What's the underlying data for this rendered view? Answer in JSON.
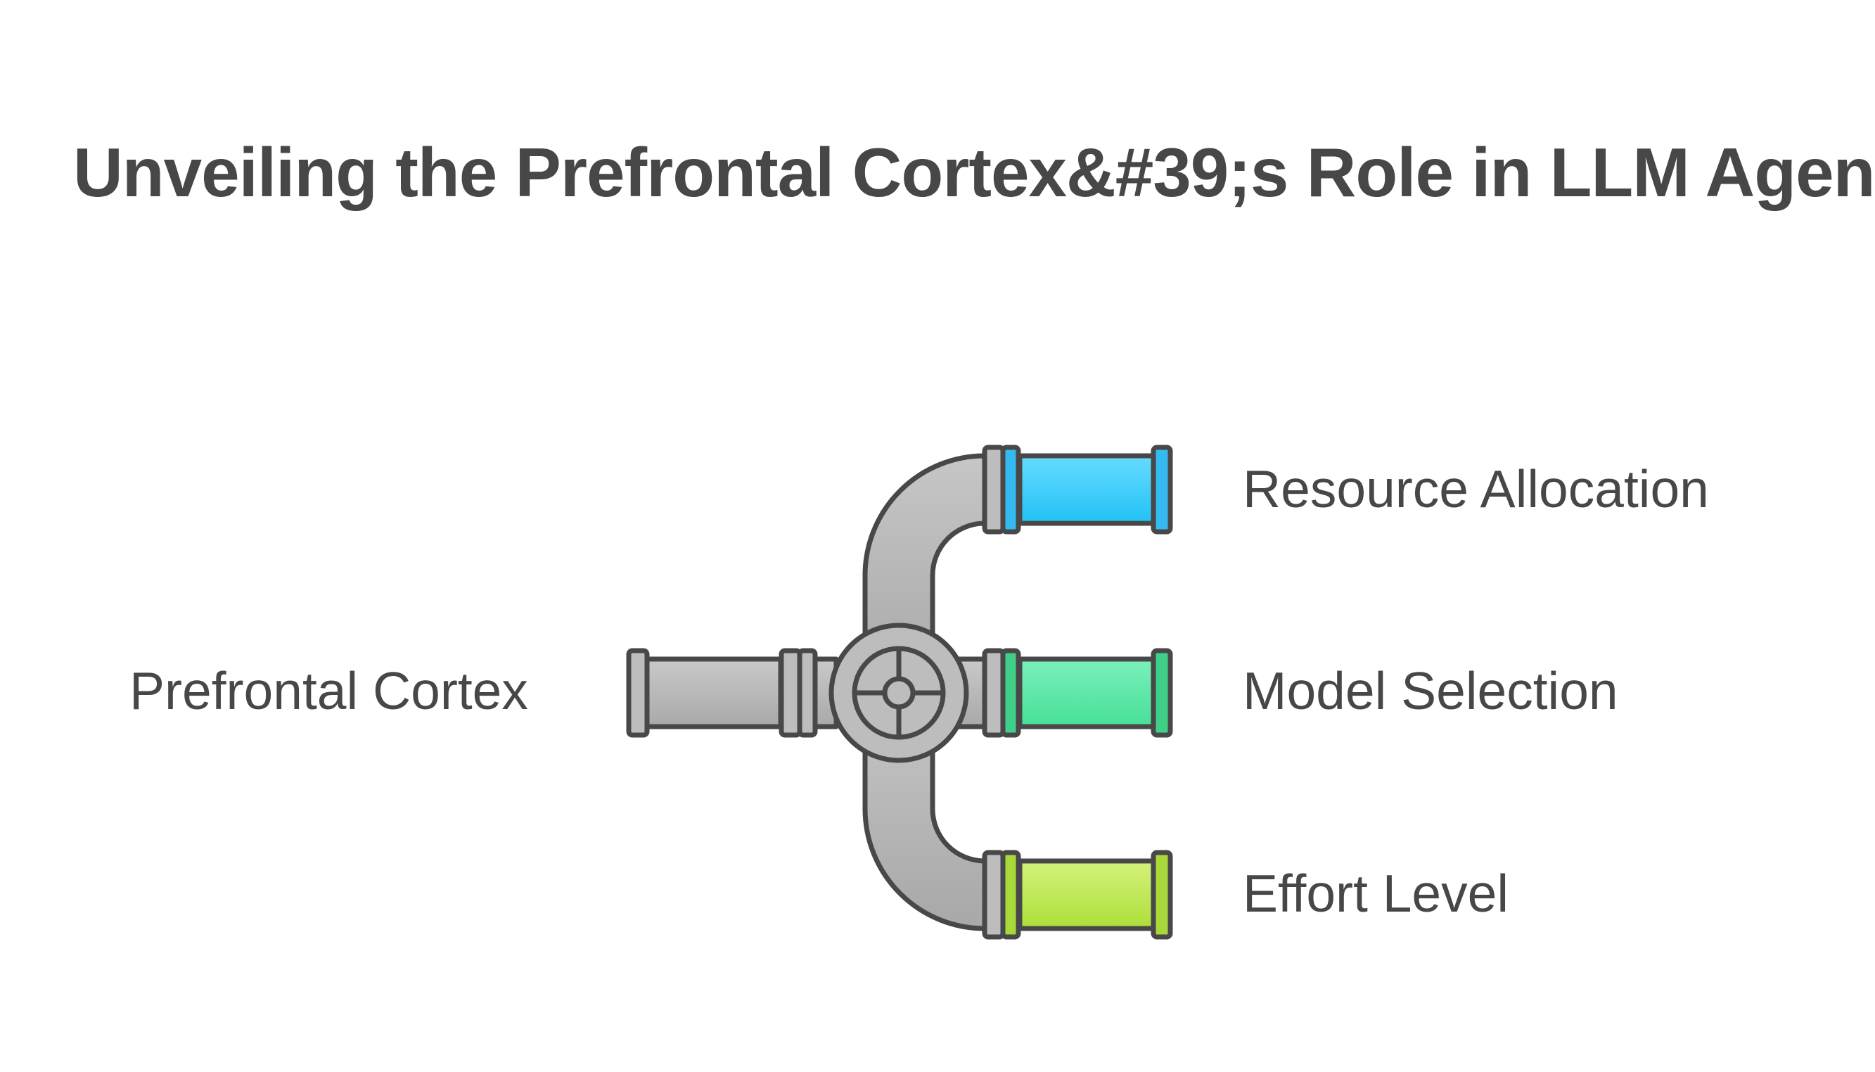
{
  "title": "Unveiling the Prefrontal Cortex&#39;s Role in LLM Agen",
  "source": {
    "label": "Prefrontal Cortex",
    "color": "#b5b5b5"
  },
  "outputs": [
    {
      "label": "Resource Allocation",
      "color": "#3fd0ff",
      "edge_color": "#34b9f0"
    },
    {
      "label": "Model Selection",
      "color": "#5ee8a8",
      "edge_color": "#3fcf88"
    },
    {
      "label": "Effort Level",
      "color": "#c4ec5c",
      "edge_color": "#a8d83a"
    }
  ],
  "colors": {
    "pipe": "#bdbdbd",
    "outline": "#484848",
    "text": "#474747"
  }
}
